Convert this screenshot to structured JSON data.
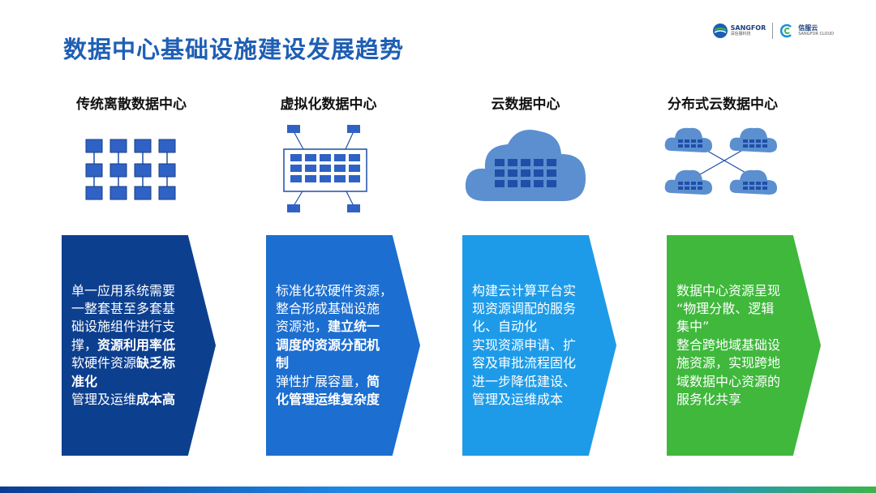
{
  "title": "数据中心基础设施建设发展趋势",
  "logos": {
    "sangfor": {
      "main": "SANGFOR",
      "sub": "深信服科技"
    },
    "cloud": {
      "main": "信服云",
      "sub": "SANGFOR CLOUD"
    }
  },
  "columns": [
    {
      "heading": "传统离散数据中心",
      "color": "#0d3f8f",
      "lines": [
        [
          {
            "t": "单一应用系统需要",
            "b": false
          }
        ],
        [
          {
            "t": "一整套甚至多套基",
            "b": false
          }
        ],
        [
          {
            "t": "础设施组件进行支",
            "b": false
          }
        ],
        [
          {
            "t": "撑，",
            "b": false
          },
          {
            "t": "资源利用率低",
            "b": true
          }
        ],
        [
          {
            "t": "软硬件资源",
            "b": false
          },
          {
            "t": "缺乏标",
            "b": true
          }
        ],
        [
          {
            "t": "准化",
            "b": true
          }
        ],
        [
          {
            "t": "管理及运维",
            "b": false
          },
          {
            "t": "成本高",
            "b": true
          }
        ]
      ]
    },
    {
      "heading": "虚拟化数据中心",
      "color": "#1c6ed0",
      "lines": [
        [
          {
            "t": "标准化软硬件资源，",
            "b": false
          }
        ],
        [
          {
            "t": "整合形成基础设施",
            "b": false
          }
        ],
        [
          {
            "t": "资源池，",
            "b": false
          },
          {
            "t": "建立统一",
            "b": true
          }
        ],
        [
          {
            "t": "调度的资源分配机",
            "b": true
          }
        ],
        [
          {
            "t": "制",
            "b": true
          }
        ],
        [
          {
            "t": "弹性扩展容量，",
            "b": false
          },
          {
            "t": "简",
            "b": true
          }
        ],
        [
          {
            "t": "化管理运维复杂度",
            "b": true
          }
        ]
      ]
    },
    {
      "heading": "云数据中心",
      "color": "#1e9be8",
      "lines": [
        [
          {
            "t": "构建云计算平台实",
            "b": false
          }
        ],
        [
          {
            "t": "现资源调配的服务",
            "b": false
          }
        ],
        [
          {
            "t": "化、自动化",
            "b": false
          }
        ],
        [
          {
            "t": "实现资源申请、扩",
            "b": false
          }
        ],
        [
          {
            "t": "容及审批流程固化",
            "b": false
          }
        ],
        [
          {
            "t": "进一步降低建设、",
            "b": false
          }
        ],
        [
          {
            "t": "管理及运维成本",
            "b": false
          }
        ]
      ]
    },
    {
      "heading": "分布式云数据中心",
      "color": "#3fb83c",
      "lines": [
        [
          {
            "t": "数据中心资源呈现",
            "b": false
          }
        ],
        [
          {
            "t": "“物理分散、逻辑",
            "b": false
          }
        ],
        [
          {
            "t": "集中”",
            "b": false
          }
        ],
        [
          {
            "t": "整合跨地域基础设",
            "b": false
          }
        ],
        [
          {
            "t": "施资源，实现跨地",
            "b": false
          }
        ],
        [
          {
            "t": "域数据中心资源的",
            "b": false
          }
        ],
        [
          {
            "t": "服务化共享",
            "b": false
          }
        ]
      ]
    }
  ]
}
